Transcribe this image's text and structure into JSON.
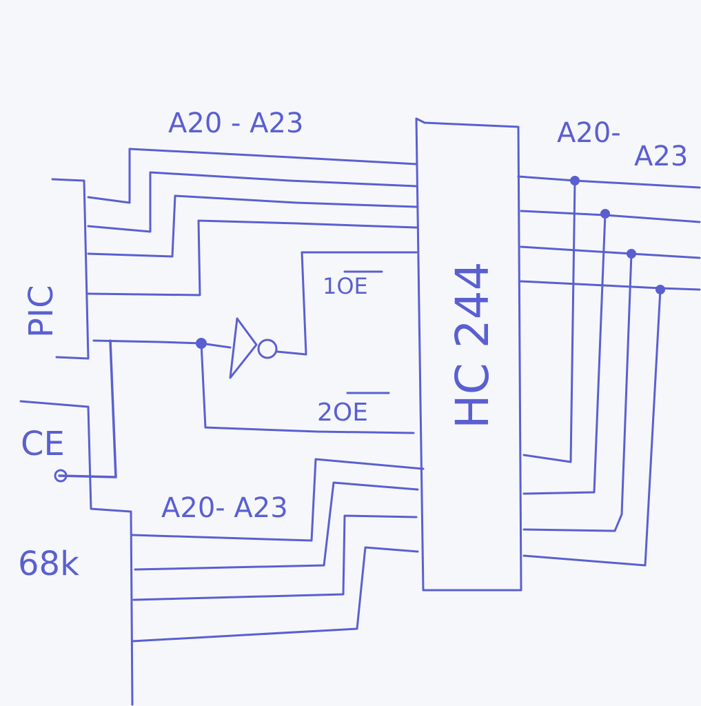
{
  "labels": {
    "bus_top_left": "A20 - A23",
    "bus_top_right_part1": "A20-",
    "bus_top_right_part2": "A23",
    "bus_bottom": "A20- A23",
    "pic": "PIC",
    "ce": "CE",
    "cpu": "68k",
    "chip": "HC 244",
    "oe1": "1OE",
    "oe2": "2OE"
  },
  "colors": {
    "ink": "#5a5fd0",
    "paper": "#f6f7fb"
  }
}
